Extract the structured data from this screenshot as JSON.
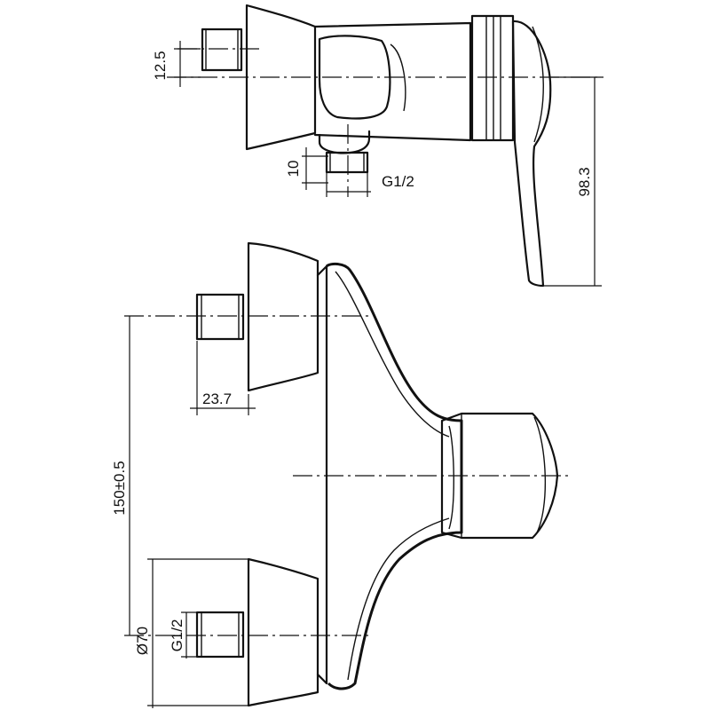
{
  "dimensions": {
    "inlet_offset_top": "12.5",
    "small_offset": "10",
    "outlet_thread_top": "G1/2",
    "overall_height": "98.3",
    "inlet_length": "23.7",
    "inlet_spacing": "150±0.5",
    "flange_diameter": "Ø70",
    "inlet_thread_bottom": "G1/2"
  }
}
